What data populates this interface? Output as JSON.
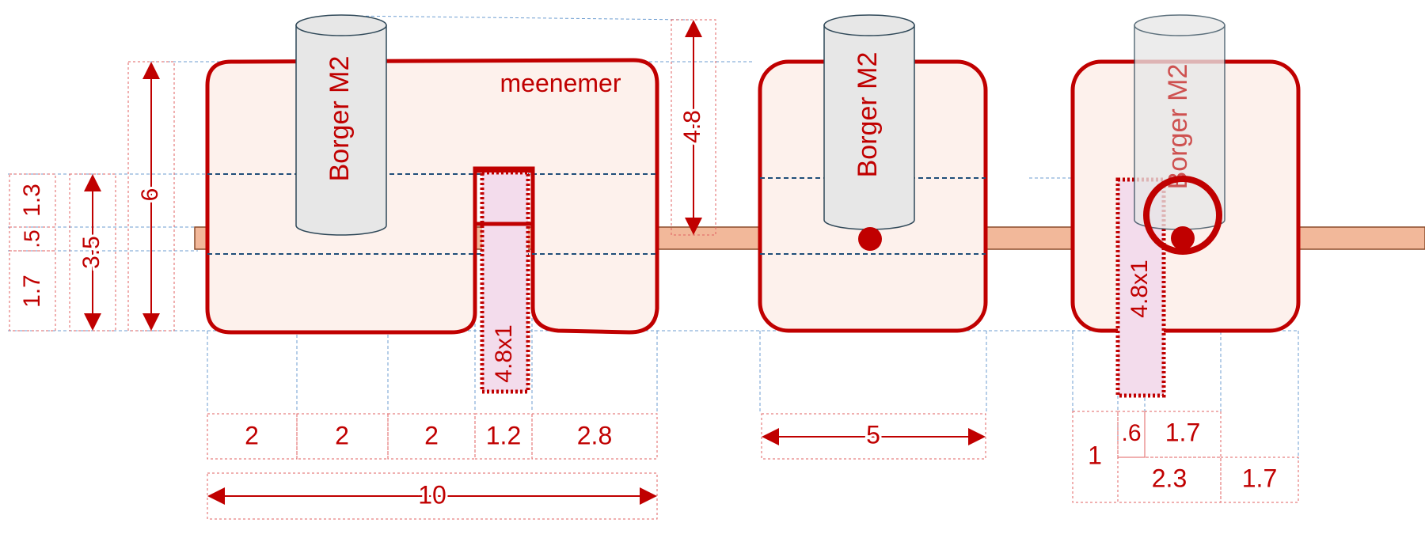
{
  "labels": {
    "bolt": "Borger M2",
    "meenemer": "meenemer",
    "slot": "4.8x1"
  },
  "dimensions": {
    "left_stack": {
      "a": "1.3",
      "b": ".5",
      "c": "1.7"
    },
    "total_3_5": "3.5",
    "height_6": "6",
    "pin_depth": "4.8",
    "bottom_left": [
      "2",
      "2",
      "2",
      "1.2",
      "2.8"
    ],
    "total_10": "10",
    "middle_width": "5",
    "right_a": "1",
    "right_b": ".6",
    "right_c": "1.7",
    "right_d": "2.3",
    "right_e": "1.7"
  },
  "colors": {
    "red": "#c00000",
    "body_fill": "#fdf1ec",
    "rail": "#f2b89a",
    "slot_fill": "#f3dcec",
    "guide": "#4a86c5"
  }
}
